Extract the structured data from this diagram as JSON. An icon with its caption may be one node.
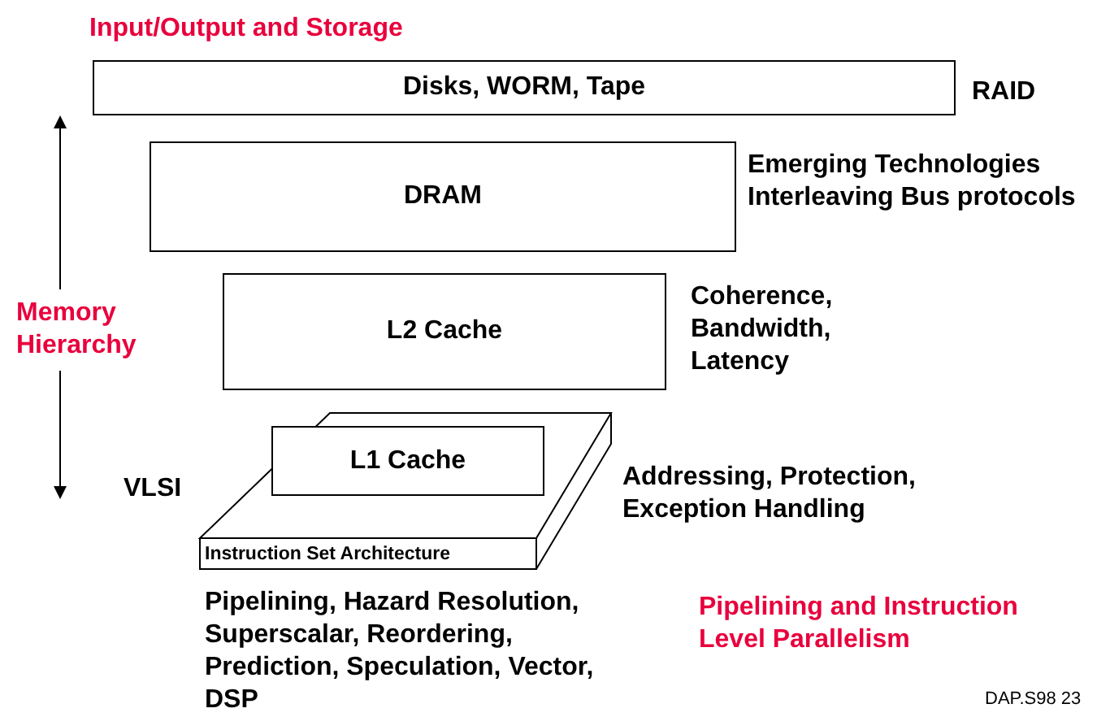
{
  "diagram": {
    "nodes": [
      {
        "text": [
          "Disks, WORM, Tape"
        ],
        "beside": [
          "RAID"
        ]
      },
      {
        "text": [
          "DRAM"
        ],
        "beside": [
          "Emerging Technologies Interleaving Bus protocols"
        ]
      },
      {
        "text": [
          "L2 Cache"
        ],
        "beside": [
          "Coherence, Bandwidth, Latency"
        ]
      },
      {
        "text": [
          "Instruction Set Architecture"
        ],
        "beside": [
          "Addressing, Protection, Exception Handling"
        ]
      },
      {
        "text": [
          "L1 Cache"
        ],
        "in": 3
      }
    ],
    "edges": [],
    "labels": [
      "Input/Output and Storage",
      "Memory Hierarchy",
      "VLSI",
      "Pipelining, Hazard Resolution, Superscalar, Reordering, Prediction, Speculation, Vector, DSP",
      "Pipelining and Instruction Level Parallelism",
      "DAP.S98 23"
    ]
  }
}
